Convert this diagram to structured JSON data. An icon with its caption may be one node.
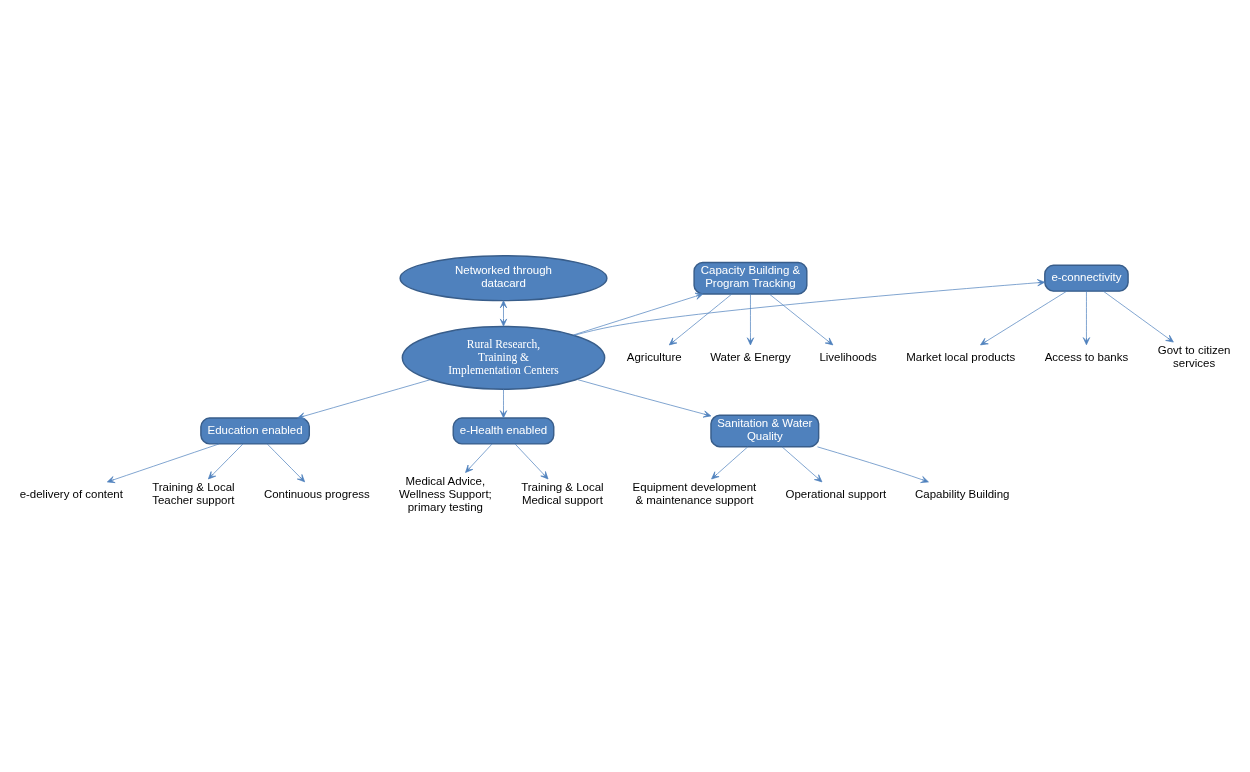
{
  "diagram": {
    "nodes": [
      {
        "text": [
          "Networked through datacard"
        ]
      },
      {
        "text": [
          "Capacity Building & Program Tracking"
        ]
      },
      {
        "text": [
          "e-connectivity"
        ]
      },
      {
        "text": [
          "Rural Research, Training & Implementation Centers"
        ]
      },
      {
        "text": [
          "Agriculture"
        ]
      },
      {
        "text": [
          "Water & Energy"
        ]
      },
      {
        "text": [
          "Livelihoods"
        ]
      },
      {
        "text": [
          "Market local products"
        ]
      },
      {
        "text": [
          "Access to banks"
        ]
      },
      {
        "text": [
          "Govt to citizen services"
        ]
      },
      {
        "text": [
          "Education enabled"
        ]
      },
      {
        "text": [
          "e-Health enabled"
        ]
      },
      {
        "text": [
          "Sanitation & Water Quality"
        ]
      },
      {
        "text": [
          "e-delivery of content"
        ]
      },
      {
        "text": [
          "Training & Local Teacher support"
        ]
      },
      {
        "text": [
          "Continuous progress"
        ]
      },
      {
        "text": [
          "Medical Advice, Wellness Support; primary testing"
        ]
      },
      {
        "text": [
          "Training & Local Medical support"
        ]
      },
      {
        "text": [
          "Equipment development & maintenance support"
        ]
      },
      {
        "text": [
          "Operational support"
        ]
      },
      {
        "text": [
          "Capability Building"
        ]
      }
    ],
    "edges": [
      {
        "from": 0,
        "to": 3,
        "arrow": "both"
      },
      {
        "from": 3,
        "to": 1,
        "arrow": "to"
      },
      {
        "from": 3,
        "to": 2,
        "arrow": "to"
      },
      {
        "from": 1,
        "to": 4,
        "arrow": "to"
      },
      {
        "from": 1,
        "to": 5,
        "arrow": "to"
      },
      {
        "from": 1,
        "to": 6,
        "arrow": "to"
      },
      {
        "from": 2,
        "to": 7,
        "arrow": "to"
      },
      {
        "from": 2,
        "to": 8,
        "arrow": "to"
      },
      {
        "from": 2,
        "to": 9,
        "arrow": "to"
      },
      {
        "from": 3,
        "to": 10,
        "arrow": "to"
      },
      {
        "from": 3,
        "to": 11,
        "arrow": "to"
      },
      {
        "from": 3,
        "to": 12,
        "arrow": "to"
      },
      {
        "from": 10,
        "to": 13,
        "arrow": "to"
      },
      {
        "from": 10,
        "to": 14,
        "arrow": "to"
      },
      {
        "from": 10,
        "to": 15,
        "arrow": "to"
      },
      {
        "from": 11,
        "to": 16,
        "arrow": "to"
      },
      {
        "from": 11,
        "to": 17,
        "arrow": "to"
      },
      {
        "from": 12,
        "to": 18,
        "arrow": "to"
      },
      {
        "from": 12,
        "to": 19,
        "arrow": "to"
      },
      {
        "from": 12,
        "to": 20,
        "arrow": "to"
      }
    ]
  }
}
